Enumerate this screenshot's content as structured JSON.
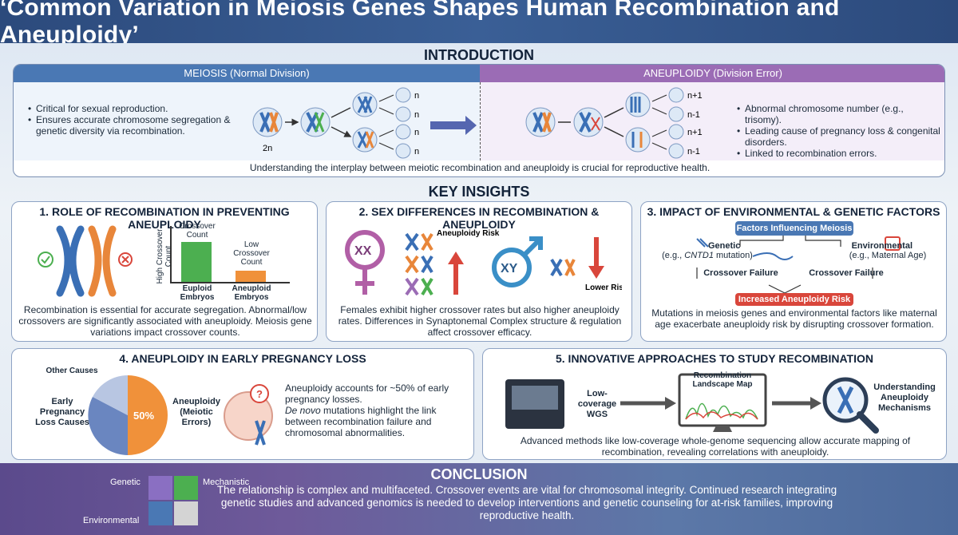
{
  "title": "‘Common Variation in Meiosis Genes Shapes Human Recombination and Aneuploidy’",
  "intro": {
    "heading": "INTRODUCTION",
    "meiosis_head": "MEIOSIS (Normal Division)",
    "aneuploidy_head": "ANEUPLOIDY (Division Error)",
    "meiosis_bullets": [
      "Critical for sexual reproduction.",
      "Ensures accurate chromosome segregation & genetic diversity via recombination."
    ],
    "aneuploidy_bullets": [
      "Abnormal chromosome number (e.g., trisomy).",
      "Leading cause of pregnancy loss & congenital disorders.",
      "Linked to recombination errors."
    ],
    "label_2n": "2n",
    "label_n": "n",
    "label_n1": "n+1",
    "label_nm1": "n-1",
    "footer": "Understanding the interplay between meiotic recombination and aneuploidy is crucial for reproductive health."
  },
  "insights": {
    "heading": "KEY INSIGHTS",
    "card1": {
      "title": "1. ROLE OF RECOMBINATION IN PREVENTING ANEUPLOIDY",
      "axis": "High Crossover Count",
      "bar1_top": "Crossover Count",
      "bar2_top": "Low Crossover Count",
      "bar1_label": "Euploid Embryos",
      "bar2_label": "Aneuploid Embryos",
      "text": "Recombination is essential for accurate segregation. Abnormal/low crossovers are significantly associated with aneuploidy. Meiosis gene variations impact crossover counts."
    },
    "card2": {
      "title": "2. SEX DIFFERENCES IN RECOMBINATION & ANEUPLOIDY",
      "risk_up": "Aneuploidy Risk",
      "risk_down": "Lower Risk",
      "xx": "XX",
      "xy": "XY",
      "text": "Females exhibit higher crossover rates but also higher aneuploidy rates. Differences in Synaptonemal Complex structure & regulation affect crossover efficacy."
    },
    "card3": {
      "title": "3. IMPACT OF ENVIRONMENTAL & GENETIC FACTORS",
      "factors": "Factors Influencing Meiosis",
      "genetic": "Genetic",
      "genetic_sub_pre": "(e.g., ",
      "genetic_sub_gene": "CNTD1",
      "genetic_sub_post": " mutation)",
      "environmental": "Environmental",
      "environmental_sub": "(e.g., Maternal Age)",
      "fail1": "Crossover Failure",
      "fail2": "Crossover Failure",
      "risk": "Increased Aneuploidy Risk",
      "text": "Mutations in meiosis genes and environmental factors like maternal age exacerbate aneuploidy risk by disrupting crossover formation."
    },
    "card4": {
      "title": "4. ANEUPLOIDY IN EARLY PREGNANCY LOSS",
      "pie_pct": "50%",
      "other": "Other Causes",
      "early": "Early Pregnancy Loss Causes",
      "aneuploidy": "Aneuploidy (Meiotic Errors)",
      "text1": "Aneuploidy accounts for ~50% of early pregnancy losses.",
      "denovo": "De novo",
      "text2": " mutations highlight the link between recombination failure and chromosomal abnormalities."
    },
    "card5": {
      "title": "5. INNOVATIVE APPROACHES TO STUDY RECOMBINATION",
      "wgs": "Low-coverage WGS",
      "map": "Recombination Landscape Map",
      "understanding": "Understanding Aneuploidy Mechanisms",
      "text": "Advanced methods like low-coverage whole-genome sequencing allow accurate mapping of recombination, revealing correlations with aneuploidy."
    }
  },
  "conclusion": {
    "heading": "CONCLUSION",
    "genetic": "Genetic",
    "mechanistic": "Mechanistic",
    "environmental": "Environmental",
    "text": "The relationship is complex and multifaceted. Crossover events are vital for chromosomal integrity. Continued research integrating genetic studies and advanced genomics is needed to develop interventions and genetic counseling for at-risk families, improving reproductive health."
  },
  "colors": {
    "blue_chrom": "#3a6fb5",
    "orange_chrom": "#e8863a",
    "meiosis_header": "#4a78b4",
    "aneuploidy_header": "#9b6cb5",
    "bar_green": "#4caf50",
    "bar_orange": "#f0913a",
    "risk_red": "#d9463b"
  }
}
